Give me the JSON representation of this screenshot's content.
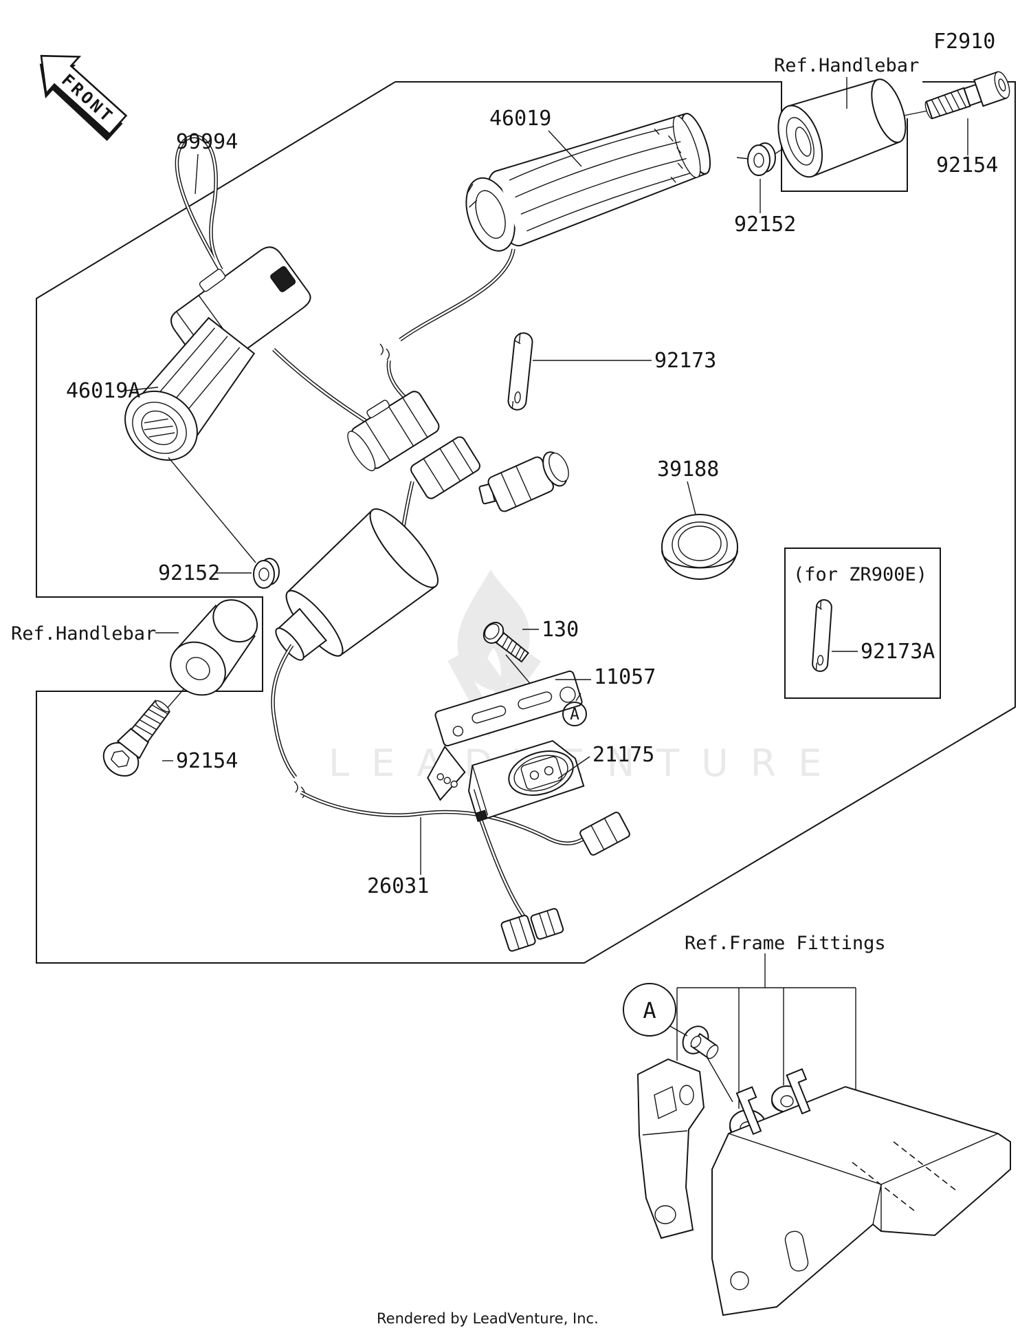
{
  "page": {
    "diagram_code": "F2910",
    "front_label": "FRONT",
    "watermark": "LEADVENTURE",
    "footer_credit": "Rendered by LeadVenture, Inc."
  },
  "callouts": {
    "kit": "99994",
    "grip_right": "46019",
    "grip_left": "46019A",
    "washer_right": "92152",
    "washer_left": "92152",
    "bolt_right": "92154",
    "bolt_left": "92154",
    "damper": "92173",
    "damper_zr900e": "92173A",
    "zr900e_note": "(for ZR900E)",
    "grommet": "39188",
    "screw": "130",
    "bracket": "11057",
    "controller": "21175",
    "harness": "26031",
    "ref_handlebar_right": "Ref.Handlebar",
    "ref_handlebar_left": "Ref.Handlebar",
    "ref_frame_fittings": "Ref.Frame Fittings",
    "marker_a_bracket": "A",
    "marker_a_frame": "A"
  }
}
